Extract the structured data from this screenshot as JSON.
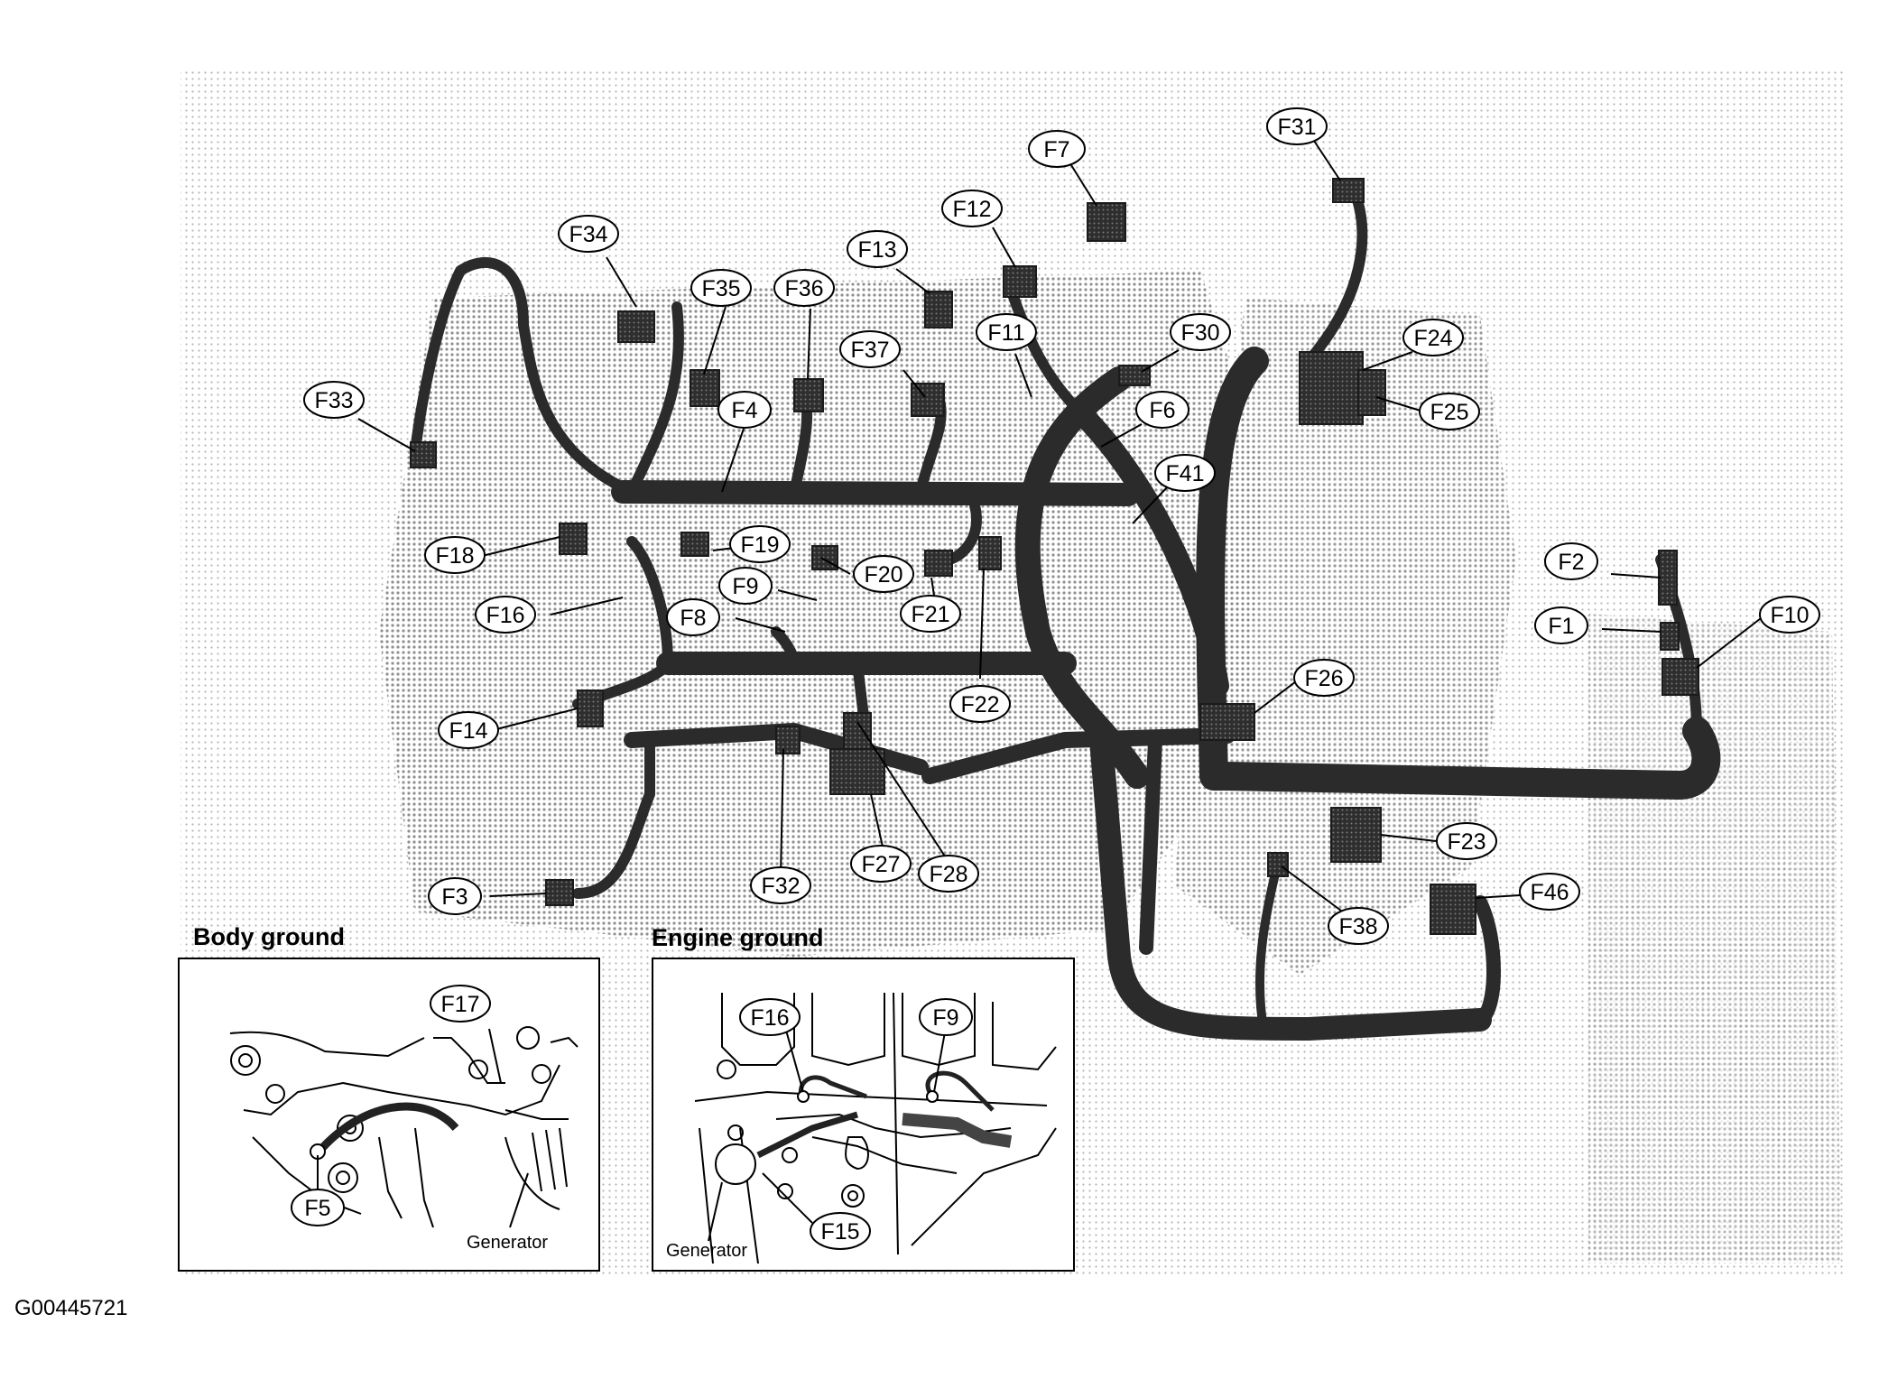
{
  "connectors": [
    {
      "id": "f7",
      "label": "F7"
    },
    {
      "id": "f31",
      "label": "F31"
    },
    {
      "id": "f12",
      "label": "F12"
    },
    {
      "id": "f34",
      "label": "F34"
    },
    {
      "id": "f13",
      "label": "F13"
    },
    {
      "id": "f35",
      "label": "F35"
    },
    {
      "id": "f36",
      "label": "F36"
    },
    {
      "id": "f11",
      "label": "F11"
    },
    {
      "id": "f30",
      "label": "F30"
    },
    {
      "id": "f24",
      "label": "F24"
    },
    {
      "id": "f37",
      "label": "F37"
    },
    {
      "id": "f33",
      "label": "F33"
    },
    {
      "id": "f4",
      "label": "F4"
    },
    {
      "id": "f6",
      "label": "F6"
    },
    {
      "id": "f25",
      "label": "F25"
    },
    {
      "id": "f41",
      "label": "F41"
    },
    {
      "id": "f18",
      "label": "F18"
    },
    {
      "id": "f19",
      "label": "F19"
    },
    {
      "id": "f20",
      "label": "F20"
    },
    {
      "id": "f2",
      "label": "F2"
    },
    {
      "id": "f9",
      "label": "F9"
    },
    {
      "id": "f16",
      "label": "F16"
    },
    {
      "id": "f21",
      "label": "F21"
    },
    {
      "id": "f1",
      "label": "F1"
    },
    {
      "id": "f10",
      "label": "F10"
    },
    {
      "id": "f8",
      "label": "F8"
    },
    {
      "id": "f26",
      "label": "F26"
    },
    {
      "id": "f22",
      "label": "F22"
    },
    {
      "id": "f14",
      "label": "F14"
    },
    {
      "id": "f23",
      "label": "F23"
    },
    {
      "id": "f27",
      "label": "F27"
    },
    {
      "id": "f28",
      "label": "F28"
    },
    {
      "id": "f32",
      "label": "F32"
    },
    {
      "id": "f46",
      "label": "F46"
    },
    {
      "id": "f3",
      "label": "F3"
    },
    {
      "id": "f38",
      "label": "F38"
    }
  ],
  "insets": {
    "body_ground": {
      "title": "Body ground",
      "labels": {
        "f17": "F17",
        "f5": "F5"
      },
      "component": "Generator"
    },
    "engine_ground": {
      "title": "Engine ground",
      "labels": {
        "f16": "F16",
        "f9": "F9",
        "f15": "F15"
      },
      "component": "Generator"
    }
  },
  "document_id": "G00445721"
}
